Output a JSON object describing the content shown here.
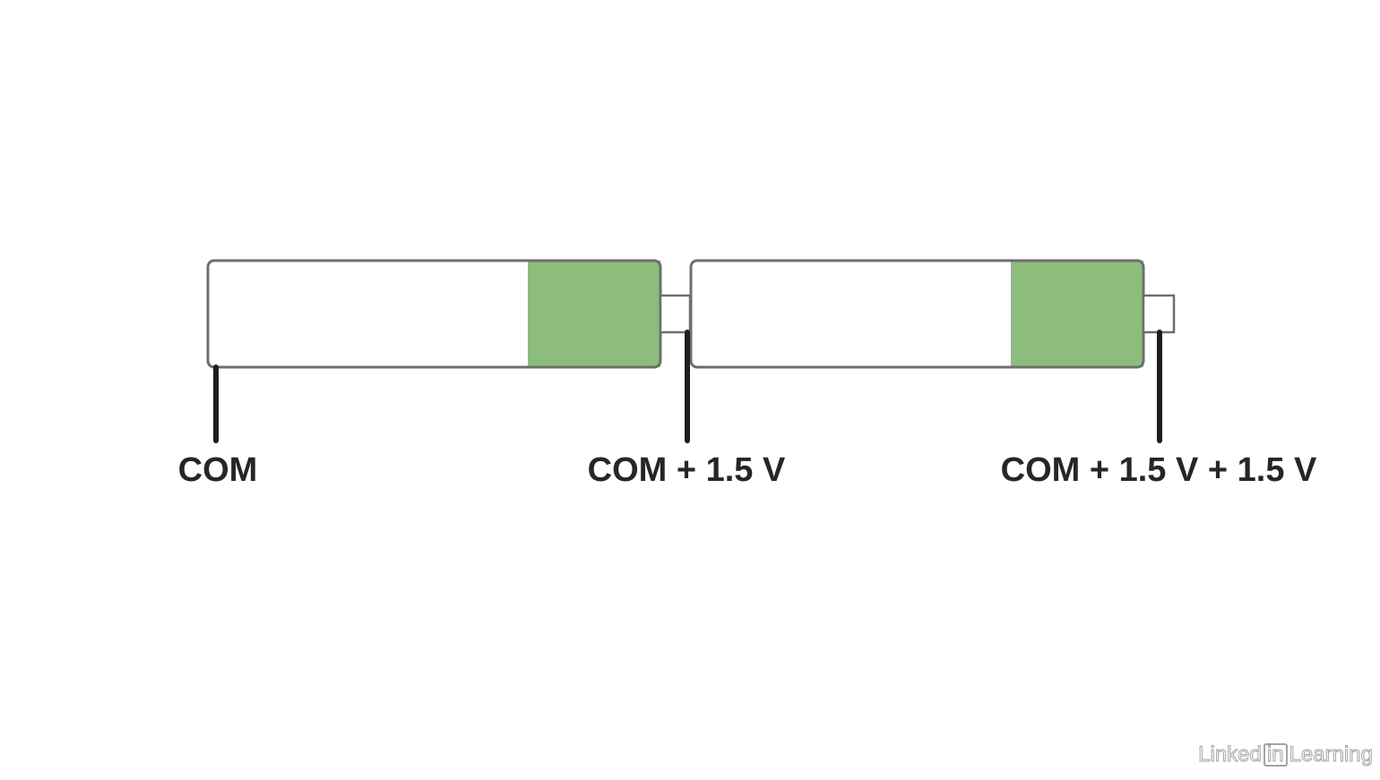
{
  "diagram": {
    "frame_colors": {
      "blue": "#2b8fd6",
      "green": "#7dba6a",
      "yellow": "#f2c53d",
      "gray": "#9fb59b"
    },
    "battery_fill_color": "#8cbd7c",
    "battery_outline_color": "#6e6e6e",
    "probe_color": "#1e1e1e",
    "labels": {
      "com": "COM",
      "com_plus_one": "COM + 1.5 V",
      "com_plus_two": "COM + 1.5 V + 1.5 V"
    }
  },
  "watermark": {
    "brand_left": "Linked",
    "brand_box": "in",
    "brand_right": "Learning"
  }
}
